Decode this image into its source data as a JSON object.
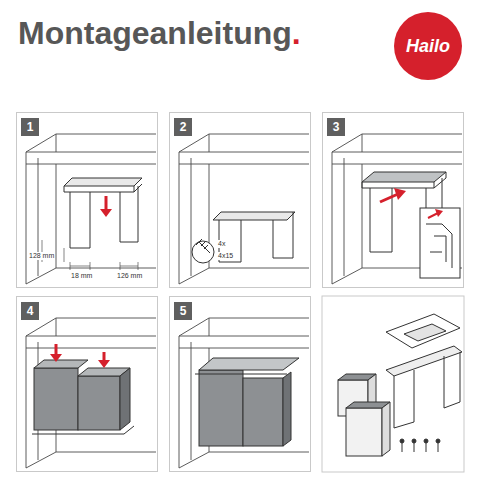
{
  "diagram": {
    "title": "Montageanleitung.",
    "nodes": [
      {
        "text": [
          "Hailo"
        ]
      },
      {
        "text": [
          "1"
        ]
      },
      {
        "text": [
          "2"
        ]
      },
      {
        "text": [
          "3"
        ]
      },
      {
        "text": [
          "4"
        ]
      },
      {
        "text": [
          "5"
        ]
      }
    ],
    "labels": [
      "128 mm",
      "18 mm",
      "126 mm",
      "4x",
      "4x15"
    ]
  }
}
